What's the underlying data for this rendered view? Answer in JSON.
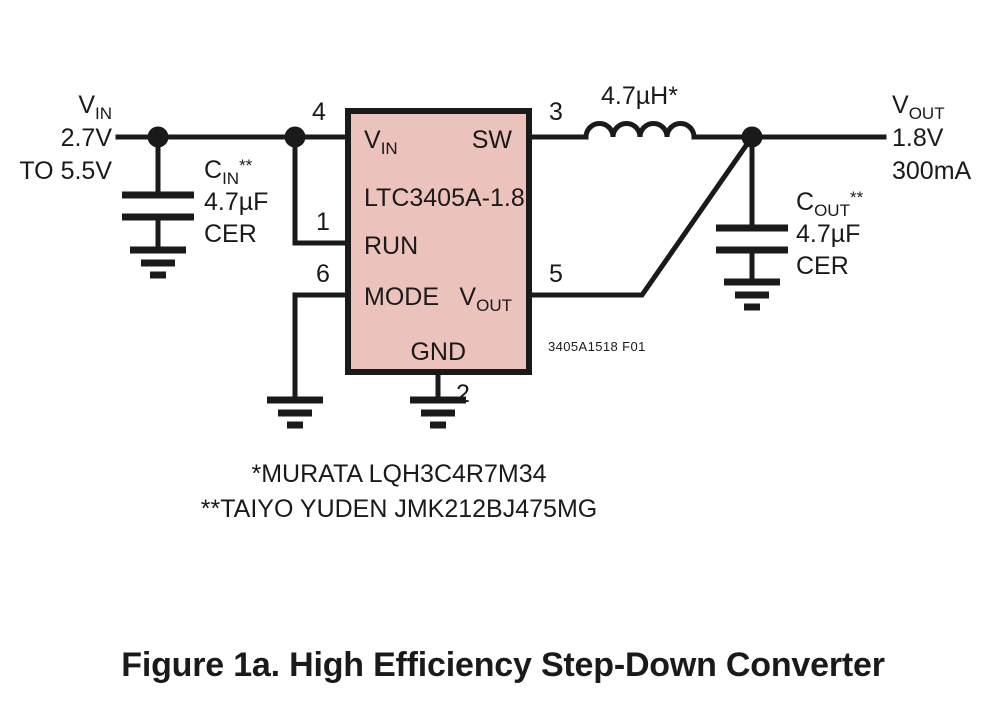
{
  "figure": {
    "caption": "Figure 1a. High Efficiency Step-Down Converter",
    "drawing_id": "3405A1518 F01"
  },
  "ic": {
    "part_number": "LTC3405A-1.8",
    "fill_color": "#EBC3BC",
    "border_color": "#1A1A1A",
    "pins": [
      {
        "number": "4",
        "name": "VIN",
        "name_base": "V",
        "name_sub": "IN",
        "side": "left"
      },
      {
        "number": "1",
        "name": "RUN",
        "name_base": "RUN",
        "name_sub": "",
        "side": "left"
      },
      {
        "number": "6",
        "name": "MODE",
        "name_base": "MODE",
        "name_sub": "",
        "side": "left"
      },
      {
        "number": "3",
        "name": "SW",
        "name_base": "SW",
        "name_sub": "",
        "side": "right"
      },
      {
        "number": "5",
        "name": "VOUT",
        "name_base": "V",
        "name_sub": "OUT",
        "side": "right"
      },
      {
        "number": "2",
        "name": "GND",
        "name_base": "GND",
        "name_sub": "",
        "side": "bottom"
      }
    ]
  },
  "input": {
    "rail_base": "V",
    "rail_sub": "IN",
    "voltage": "2.7V",
    "range": "TO 5.5V"
  },
  "output": {
    "rail_base": "V",
    "rail_sub": "OUT",
    "voltage": "1.8V",
    "current": "300mA"
  },
  "components": {
    "cap_in": {
      "ref_base": "C",
      "ref_sub": "IN",
      "ref_marks": "**",
      "value": "4.7µF",
      "type": "CER"
    },
    "cap_out": {
      "ref_base": "C",
      "ref_sub": "OUT",
      "ref_marks": "**",
      "value": "4.7µF",
      "type": "CER"
    },
    "inductor": {
      "value": "4.7µH*"
    }
  },
  "footnotes": [
    "*MURATA LQH3C4R7M34",
    "**TAIYO YUDEN JMK212BJ475MG"
  ],
  "icons": {
    "ground": "ground-symbol",
    "capacitor": "capacitor-symbol",
    "inductor": "inductor-coil-symbol",
    "junction": "junction-dot"
  }
}
